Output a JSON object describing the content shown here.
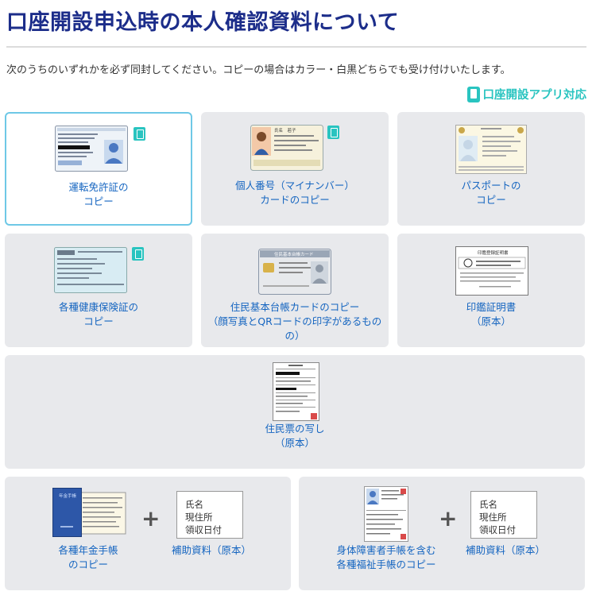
{
  "header": {
    "title": "口座開設申込時の本人確認資料について",
    "intro": "次のうちのいずれかを必ず同封してください。コピーの場合はカラー・白黒どちらでも受け付けいたします。",
    "app_badge": "口座開設アプリ対応"
  },
  "cards": [
    {
      "line1": "運転免許証の",
      "line2": "コピー",
      "line3": ""
    },
    {
      "line1": "個人番号（マイナンバー）",
      "line2": "カードのコピー",
      "line3": ""
    },
    {
      "line1": "パスポートの",
      "line2": "コピー",
      "line3": ""
    },
    {
      "line1": "各種健康保険証の",
      "line2": "コピー",
      "line3": ""
    },
    {
      "line1": "住民基本台帳カードのコピー",
      "line2": "（顔写真とQRコードの印字があるもの",
      "line3": "の）"
    },
    {
      "line1": "印鑑証明書",
      "line2": "（原本）",
      "line3": ""
    },
    {
      "line1": "住民票の写し",
      "line2": "（原本）",
      "line3": ""
    }
  ],
  "combos": [
    {
      "doc_line1": "各種年金手帳",
      "doc_line2": "のコピー",
      "aux_label": "補助資料（原本）",
      "memo": [
        "氏名",
        "現住所",
        "領収日付"
      ],
      "plus": "+"
    },
    {
      "doc_line1": "身体障害者手帳を含む",
      "doc_line2": "各種福祉手帳のコピー",
      "aux_label": "補助資料（原本）",
      "memo": [
        "氏名",
        "現住所",
        "領収日付"
      ],
      "plus": "+"
    }
  ],
  "thumb_text": {
    "mynumber_name": "氏名　若子",
    "juki_card_title": "住民基本台帳カード",
    "inkan_title": "印鑑登録証明書",
    "pension_title": "年金手帳"
  },
  "colors": {
    "title": "#1c2d8a",
    "link": "#1565c0",
    "app_accent": "#29c4c0",
    "card_bg": "#e8e9ec",
    "selected_border": "#6ec8e6"
  }
}
